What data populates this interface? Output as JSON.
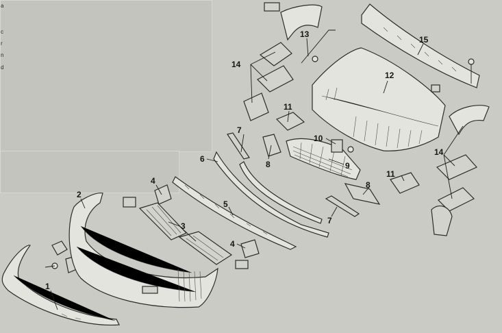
{
  "figure": {
    "edge_marks": [
      "a",
      "c",
      "r",
      "n",
      "d"
    ],
    "callouts": [
      {
        "id": "c1",
        "label": "1"
      },
      {
        "id": "c2",
        "label": "2"
      },
      {
        "id": "c3",
        "label": "3"
      },
      {
        "id": "c4a",
        "label": "4"
      },
      {
        "id": "c4b",
        "label": "4"
      },
      {
        "id": "c5",
        "label": "5"
      },
      {
        "id": "c6",
        "label": "6"
      },
      {
        "id": "c7a",
        "label": "7"
      },
      {
        "id": "c7b",
        "label": "7"
      },
      {
        "id": "c8a",
        "label": "8"
      },
      {
        "id": "c8b",
        "label": "8"
      },
      {
        "id": "c9",
        "label": "9"
      },
      {
        "id": "c10",
        "label": "10"
      },
      {
        "id": "c11a",
        "label": "11"
      },
      {
        "id": "c11b",
        "label": "11"
      },
      {
        "id": "c12",
        "label": "12"
      },
      {
        "id": "c13",
        "label": "13"
      },
      {
        "id": "c14a",
        "label": "14"
      },
      {
        "id": "c14b",
        "label": "14"
      },
      {
        "id": "c15",
        "label": "15"
      }
    ]
  }
}
